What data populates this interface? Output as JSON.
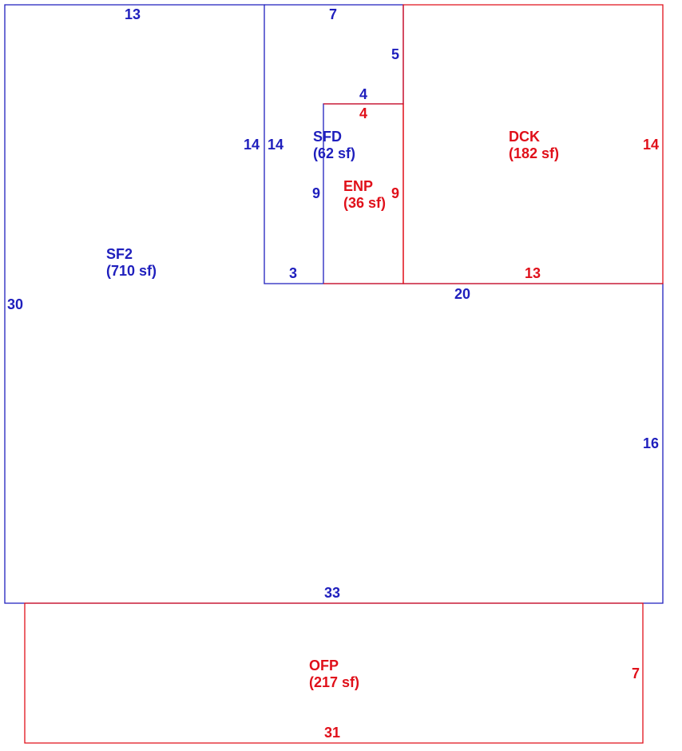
{
  "colors": {
    "blue": "#1f1fbd",
    "red": "#e0101a",
    "background": "#ffffff"
  },
  "areas": {
    "sf2": {
      "code": "SF2",
      "area": "(710 sf)"
    },
    "sfd": {
      "code": "SFD",
      "area": "(62 sf)"
    },
    "enp": {
      "code": "ENP",
      "area": "(36 sf)"
    },
    "dck": {
      "code": "DCK",
      "area": "(182 sf)"
    },
    "ofp": {
      "code": "OFP",
      "area": "(217 sf)"
    }
  },
  "dimensions": {
    "sf2_top": "13",
    "sfd_top": "7",
    "sfd_right_upper": "5",
    "sfd_step": "4",
    "enp_top": "4",
    "sf2_inner_left": "14",
    "sfd_left": "14",
    "sfd_inner": "9",
    "enp_right": "9",
    "dck_right": "14",
    "sfd_bottom": "3",
    "dck_bottom": "13",
    "sf2_step": "20",
    "sf2_left": "30",
    "sf2_right": "16",
    "sf2_bottom": "33",
    "ofp_right": "7",
    "ofp_bottom": "31"
  }
}
